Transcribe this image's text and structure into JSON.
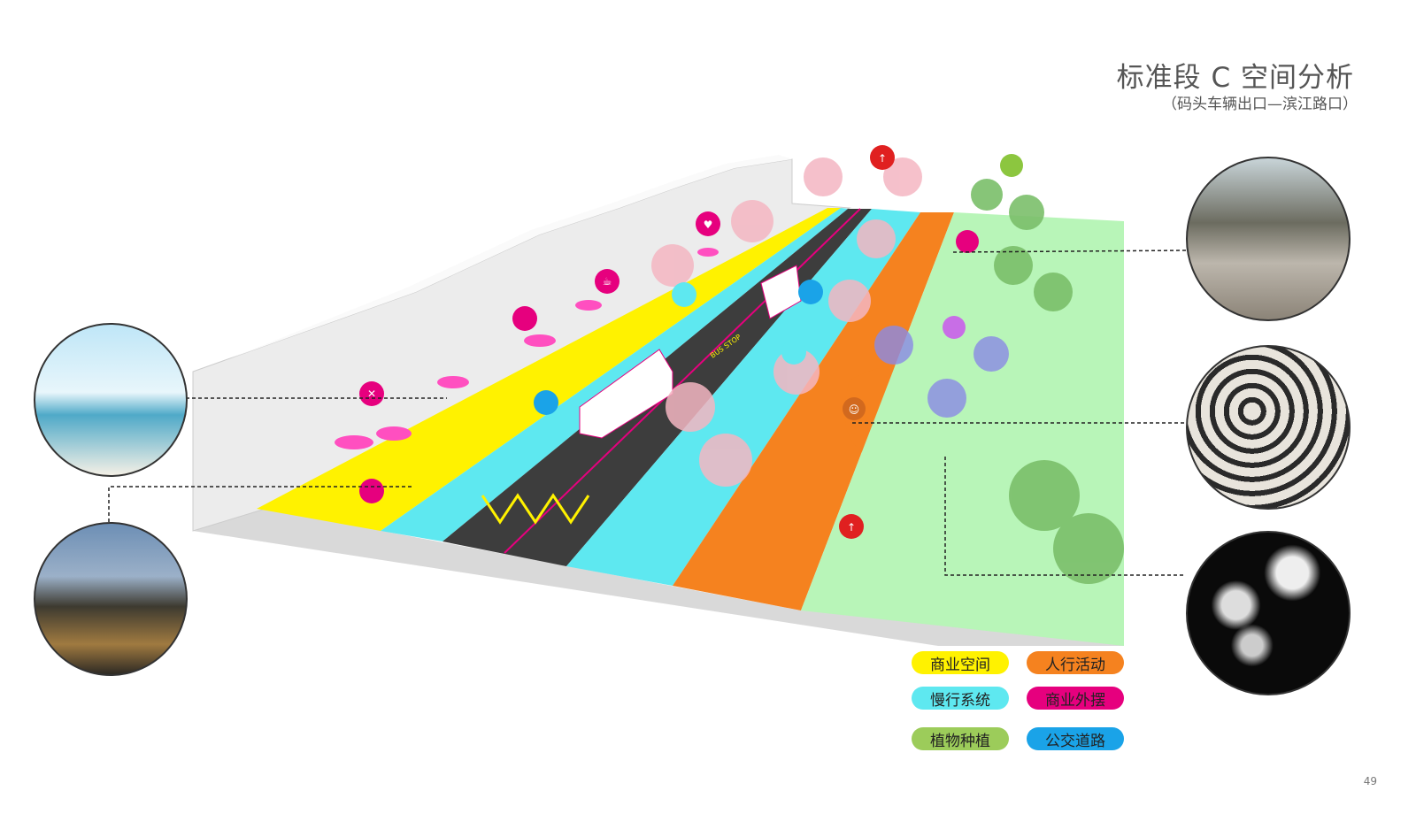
{
  "header": {
    "title": "标准段 C 空间分析",
    "subtitle": "（码头车辆出口—滨江路口）"
  },
  "legend": [
    {
      "label": "商业空间",
      "color": "#fff200"
    },
    {
      "label": "人行活动",
      "color": "#f5821f"
    },
    {
      "label": "慢行系统",
      "color": "#5ee8f0"
    },
    {
      "label": "商业外摆",
      "color": "#e6007e"
    },
    {
      "label": "植物种植",
      "color": "#9ccc5a"
    },
    {
      "label": "公交道路",
      "color": "#1aa3e8"
    }
  ],
  "diagram": {
    "road_marking": "BUS STOP",
    "icons": [
      "restaurant-icon",
      "cafe-icon",
      "heart-icon",
      "shop-icon",
      "bus-icon",
      "bicycle-icon",
      "bicycle-icon",
      "streetlight-icon",
      "streetlight-icon",
      "camera-icon",
      "pedestrian-icon",
      "palm-tree-icon",
      "playground-icon",
      "kiosk-icon"
    ]
  },
  "photos": [
    "kiosk-photo",
    "plaza-night-photo",
    "waterfront-seating-photo",
    "mosaic-paving-photo",
    "dandelion-lights-photo"
  ],
  "page_number": "49"
}
